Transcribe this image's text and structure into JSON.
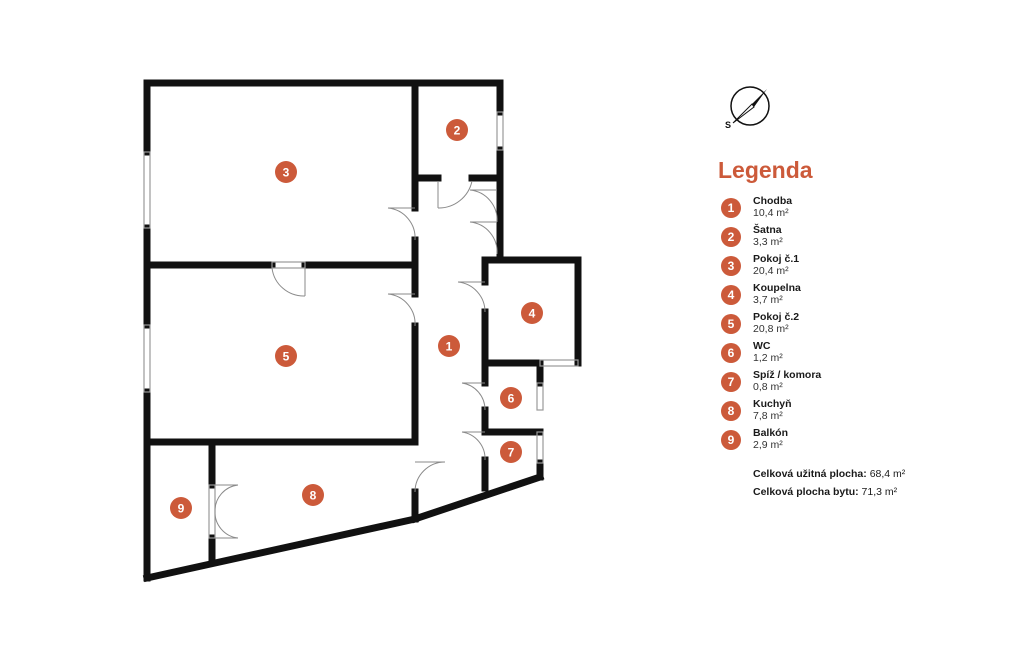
{
  "compass": {
    "letter": "S",
    "icon": "compass-needle-icon"
  },
  "legend": {
    "title": "Legenda",
    "items": [
      {
        "num": "1",
        "name": "Chodba",
        "area": "10,4 m²"
      },
      {
        "num": "2",
        "name": "Šatna",
        "area": "3,3 m²"
      },
      {
        "num": "3",
        "name": "Pokoj č.1",
        "area": "20,4 m²"
      },
      {
        "num": "4",
        "name": "Koupelna",
        "area": "3,7 m²"
      },
      {
        "num": "5",
        "name": "Pokoj č.2",
        "area": "20,8 m²"
      },
      {
        "num": "6",
        "name": "WC",
        "area": "1,2 m²"
      },
      {
        "num": "7",
        "name": "Spíž / komora",
        "area": "0,8 m²"
      },
      {
        "num": "8",
        "name": "Kuchyň",
        "area": "7,8 m²"
      },
      {
        "num": "9",
        "name": "Balkón",
        "area": "2,9 m²"
      }
    ]
  },
  "totals": {
    "usable_label": "Celková užitná plocha:",
    "usable_value": "68,4 m²",
    "total_label": "Celková plocha bytu:",
    "total_value": "71,3 m²"
  },
  "rooms": [
    {
      "num": "1"
    },
    {
      "num": "2"
    },
    {
      "num": "3"
    },
    {
      "num": "4"
    },
    {
      "num": "5"
    },
    {
      "num": "6"
    },
    {
      "num": "7"
    },
    {
      "num": "8"
    },
    {
      "num": "9"
    }
  ],
  "colors": {
    "accent": "#cc5a3a",
    "wall": "#111111",
    "window": "#9a9a9a"
  }
}
